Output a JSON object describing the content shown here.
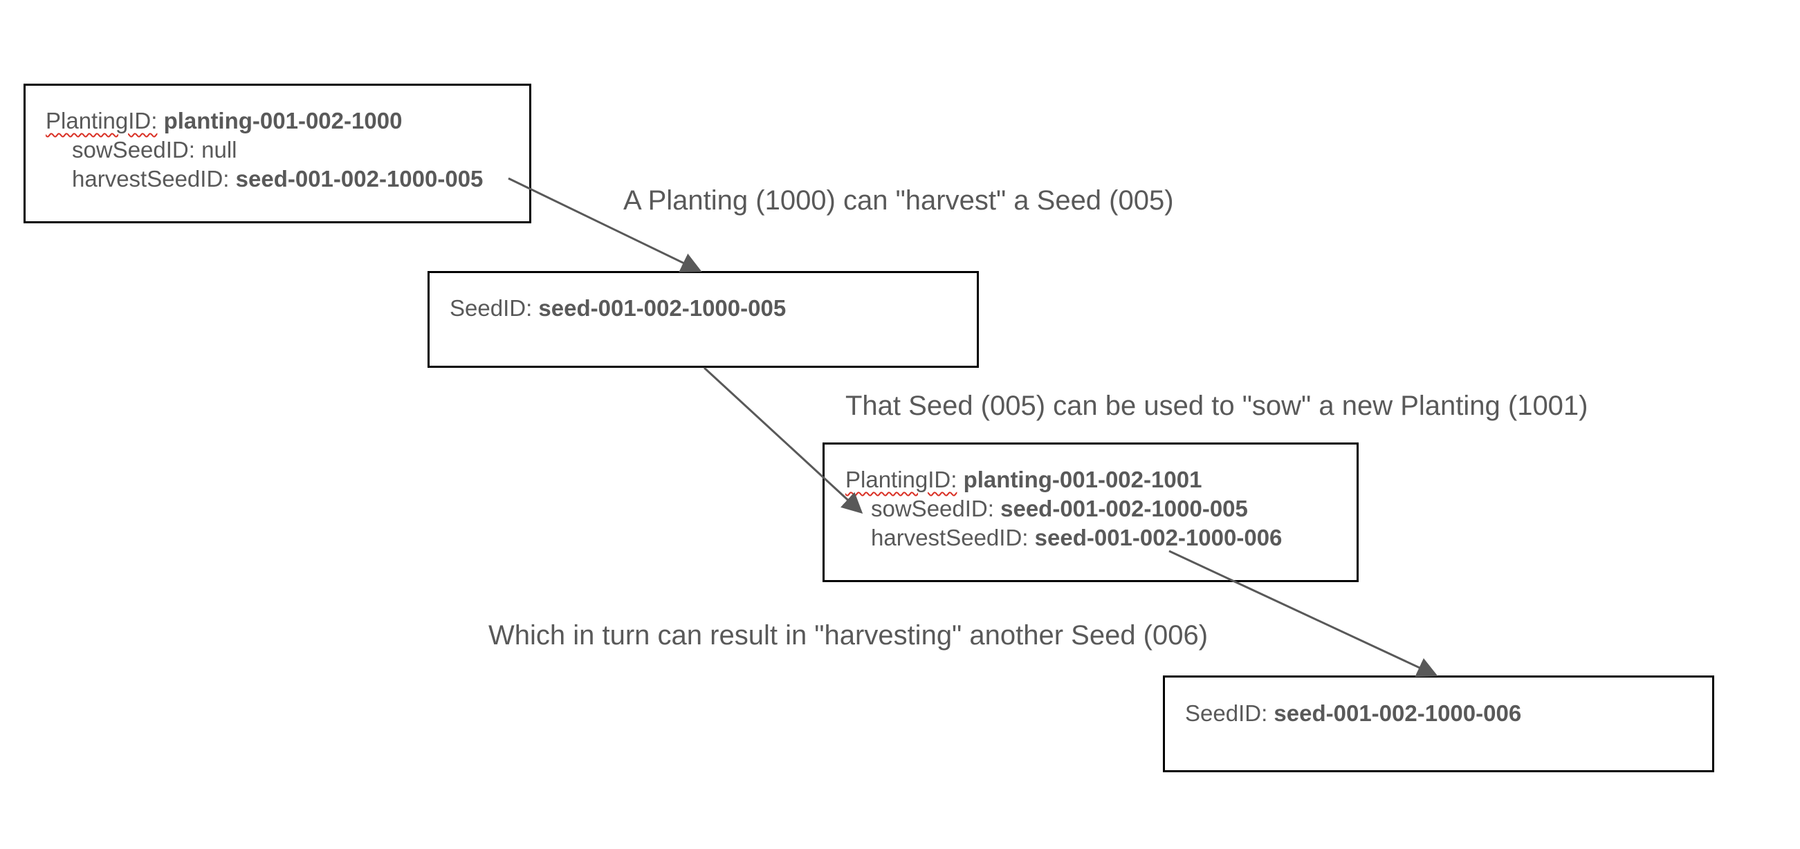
{
  "planting1": {
    "id_key": "PlantingID:",
    "id_value": "planting-001-002-1000",
    "sow_key": "sowSeedID:",
    "sow_value": "null",
    "harvest_key": "harvestSeedID:",
    "harvest_value": "seed-001-002-1000-005"
  },
  "seed1": {
    "id_key": "SeedID:",
    "id_value": "seed-001-002-1000-005"
  },
  "planting2": {
    "id_key": "PlantingID:",
    "id_value": "planting-001-002-1001",
    "sow_key": "sowSeedID:",
    "sow_value": "seed-001-002-1000-005",
    "harvest_key": "harvestSeedID:",
    "harvest_value": "seed-001-002-1000-006"
  },
  "seed2": {
    "id_key": "SeedID:",
    "id_value": "seed-001-002-1000-006"
  },
  "captions": {
    "harvest": "A Planting (1000) can \"harvest\" a Seed (005)",
    "sow": "That Seed (005) can be used to \"sow\" a new Planting (1001)",
    "harvest_again": "Which in turn can result in \"harvesting\" another Seed (006)"
  },
  "colors": {
    "text": "#595959",
    "border": "#000000",
    "arrow": "#595959",
    "spellcheck": "#d93025"
  }
}
